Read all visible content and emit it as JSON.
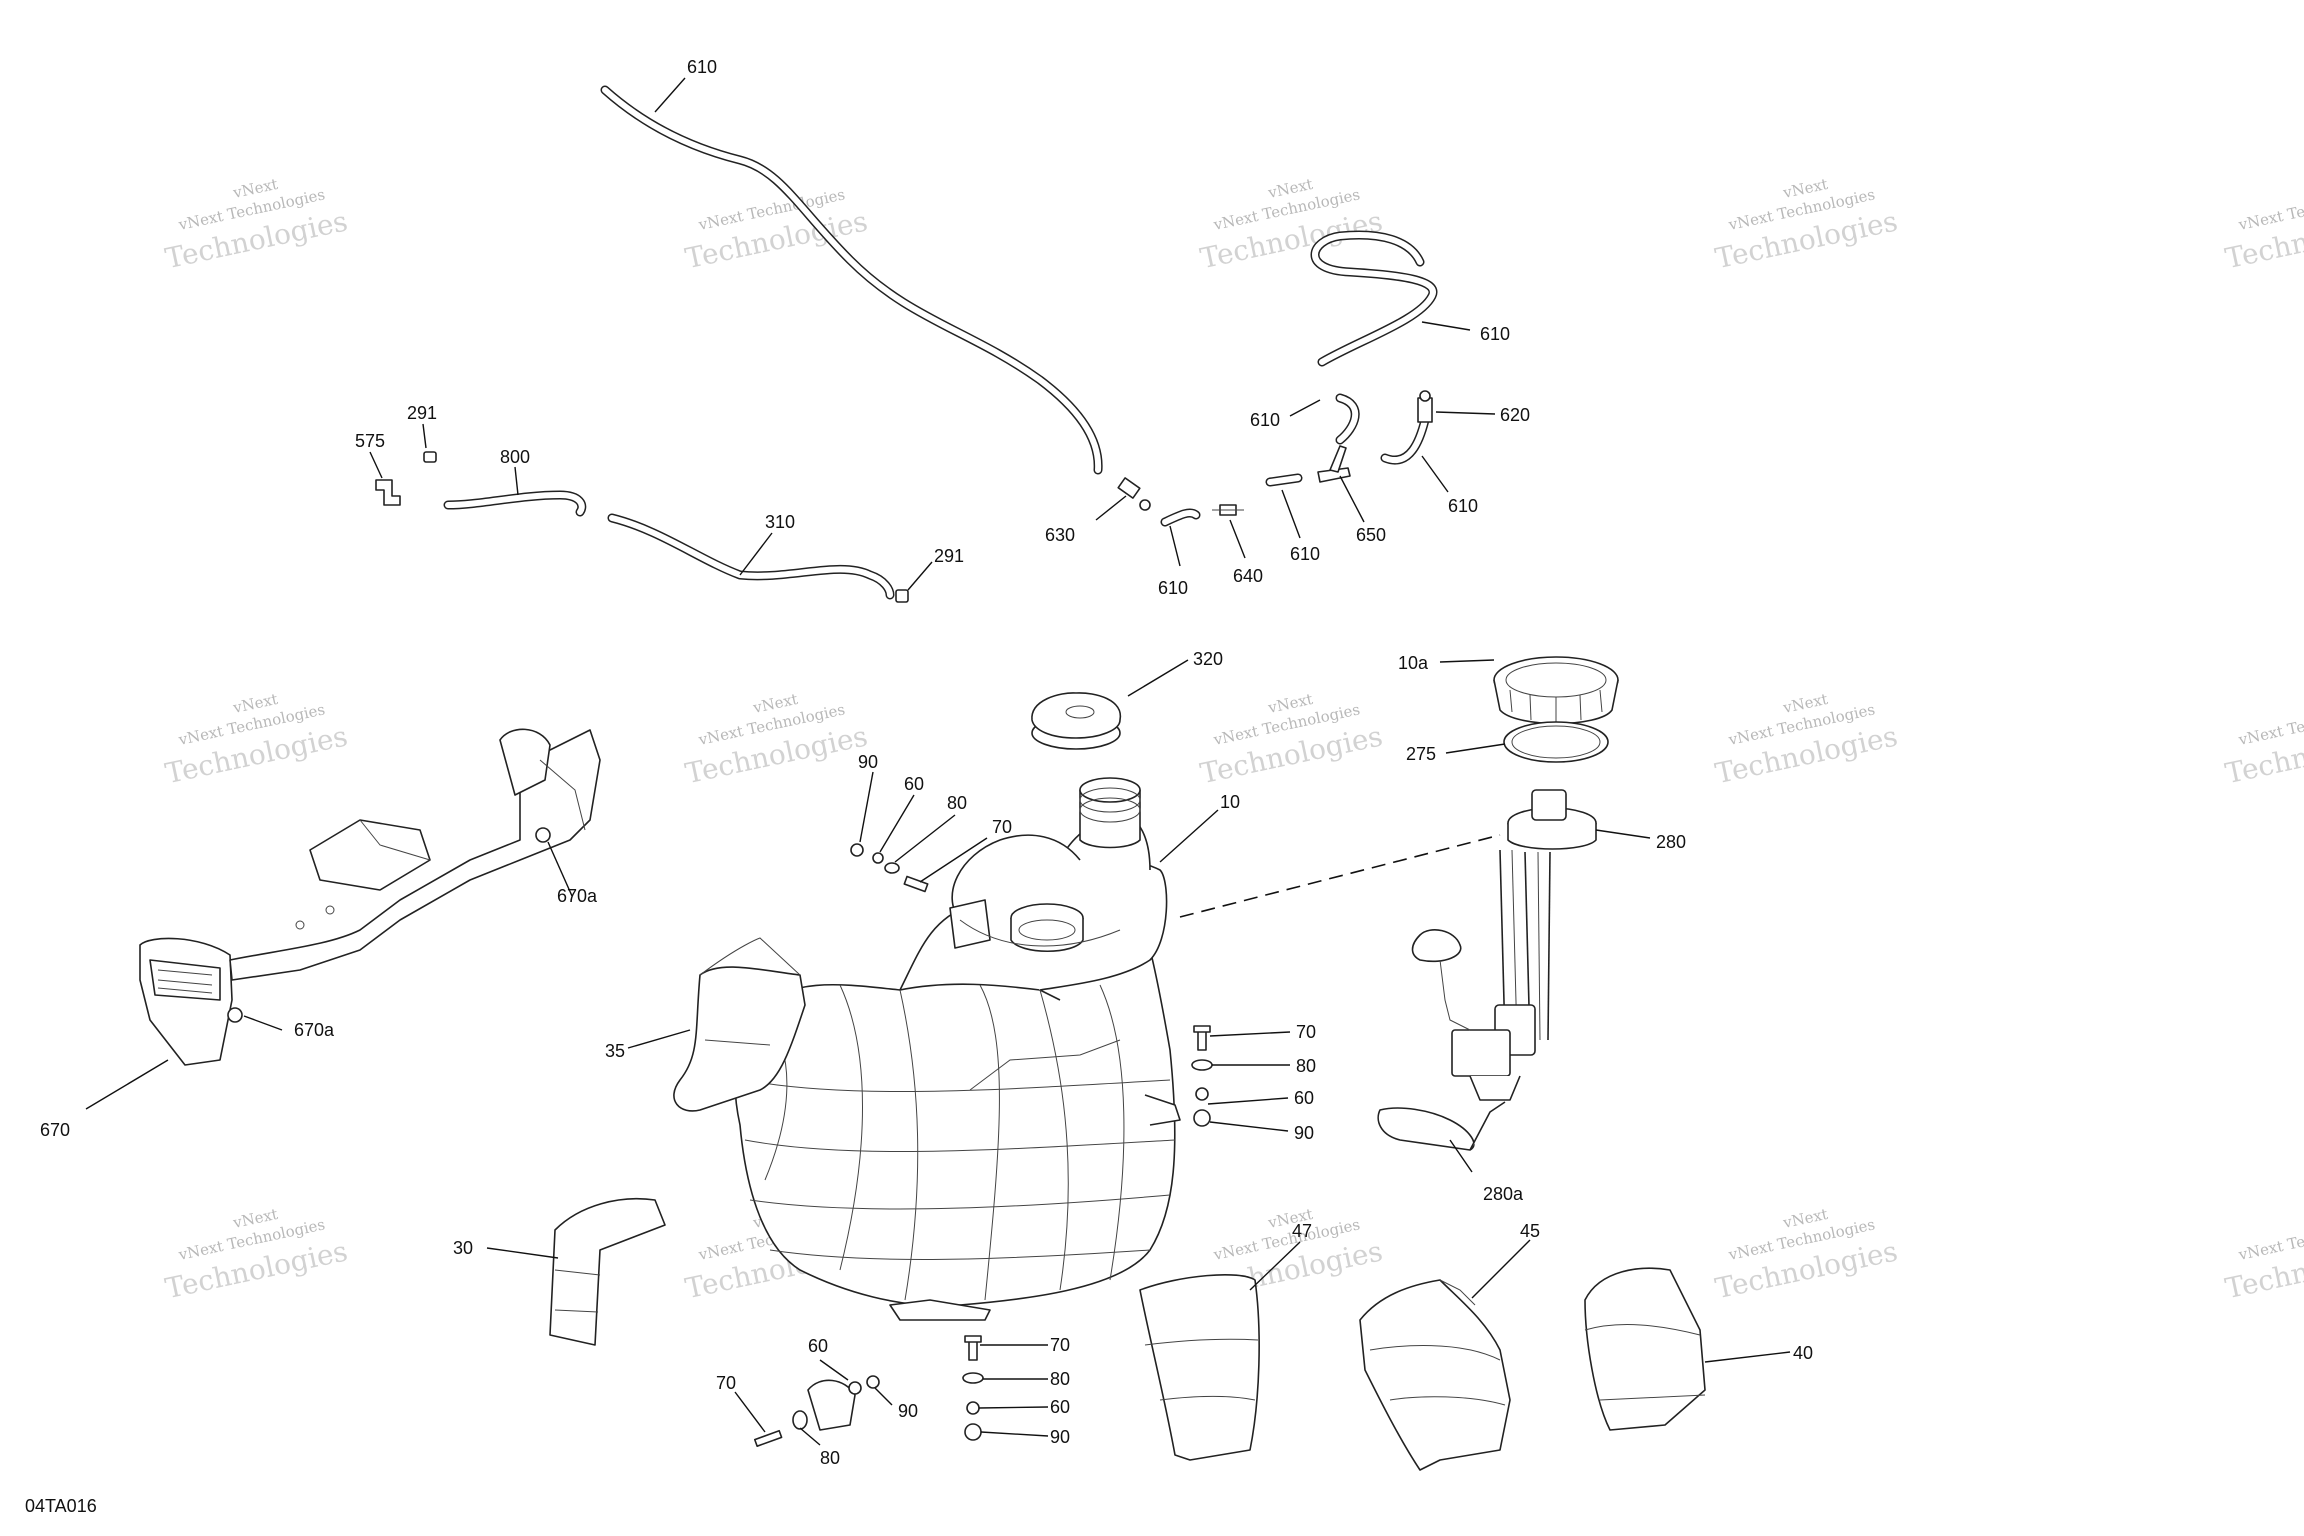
{
  "figure_code": "04TA016",
  "watermark": {
    "line1": "vNext Technologies",
    "line2": "Technologies",
    "overlay": "vNext"
  },
  "callouts": [
    "610",
    "610",
    "610",
    "610",
    "610",
    "610",
    "620",
    "630",
    "640",
    "650",
    "291",
    "291",
    "575",
    "800",
    "310",
    "320",
    "10a",
    "275",
    "280",
    "280a",
    "10",
    "90",
    "60",
    "80",
    "70",
    "70",
    "80",
    "60",
    "90",
    "670a",
    "670a",
    "670",
    "35",
    "30",
    "47",
    "45",
    "40",
    "60",
    "70",
    "80",
    "90",
    "70",
    "80",
    "60",
    "90"
  ]
}
